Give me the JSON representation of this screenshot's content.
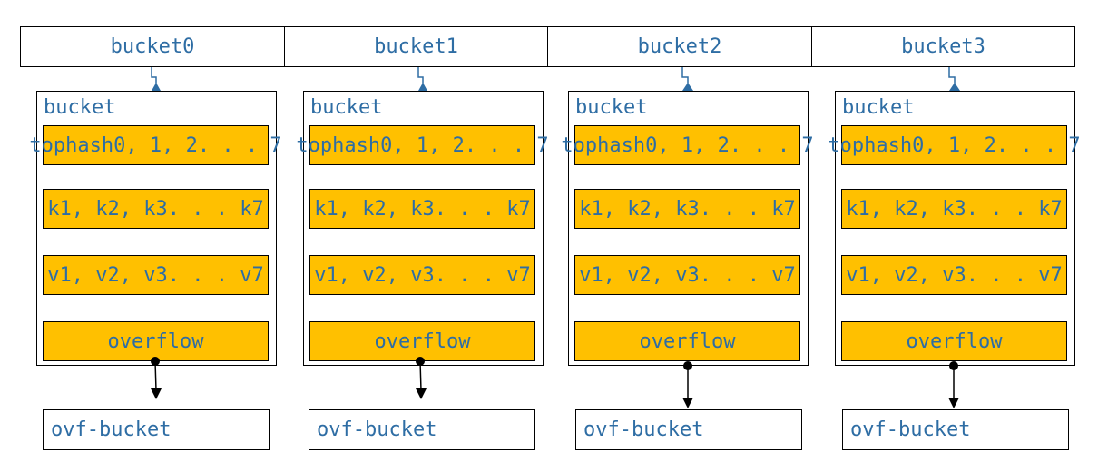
{
  "headers": [
    "bucket0",
    "bucket1",
    "bucket2",
    "bucket3"
  ],
  "bucket_title": "bucket",
  "fields": {
    "tophash": "tophash0, 1, 2. . . 7",
    "keys": "k1, k2, k3. . . k7",
    "values": "v1, v2, v3. . . v7",
    "overflow": "overflow"
  },
  "ovf_label": "ovf-bucket",
  "colors": {
    "text": "#2e6da4",
    "field_fill": "#ffc000",
    "border": "#000000"
  }
}
